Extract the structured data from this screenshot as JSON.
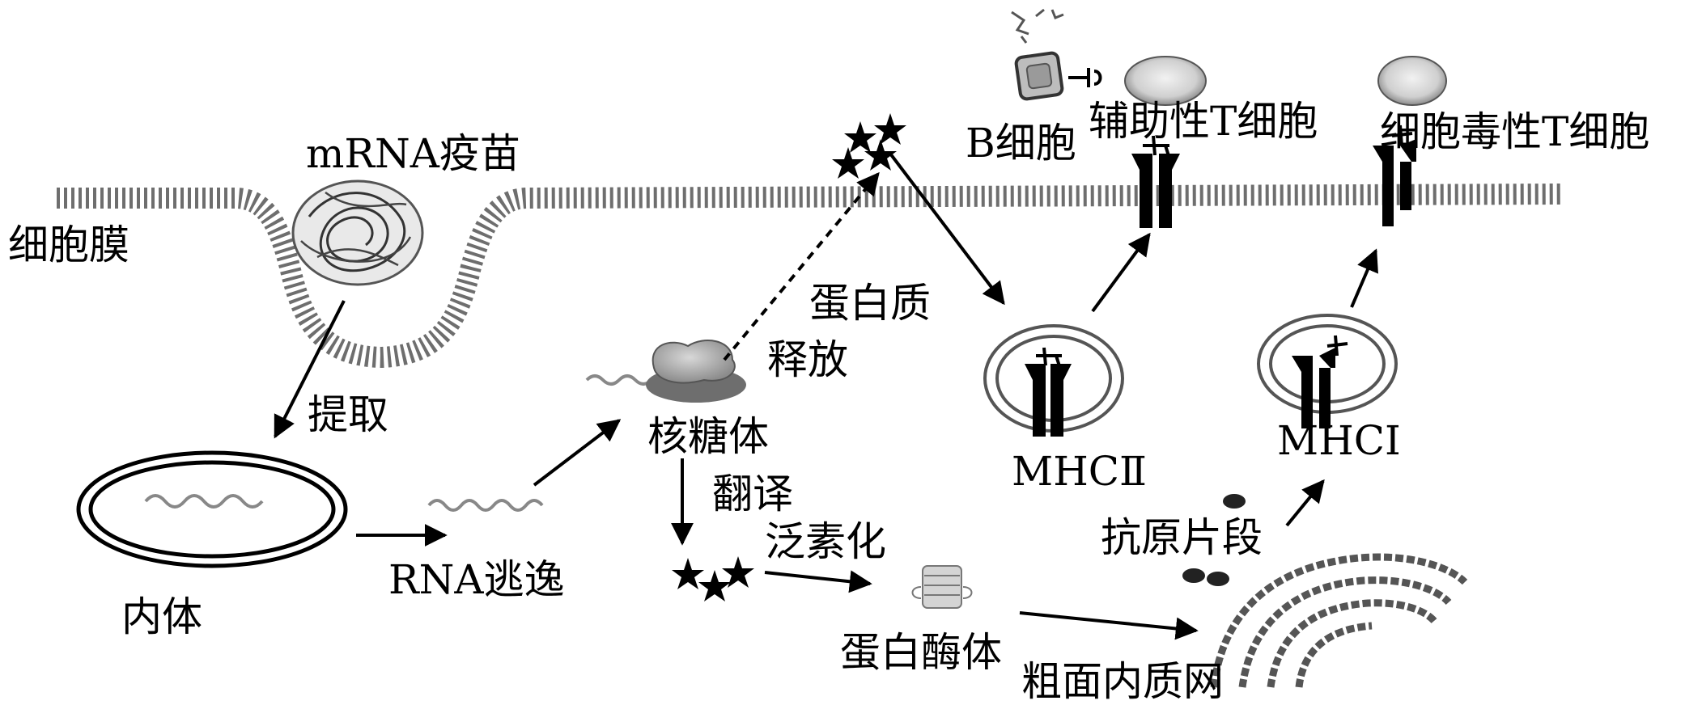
{
  "labels": {
    "mrna_vaccine": "mRNA疫苗",
    "cell_membrane": "细胞膜",
    "extract": "提取",
    "endosome": "内体",
    "rna_escape": "RNA逃逸",
    "ribosome": "核糖体",
    "translation": "翻译",
    "protein_release_line1": "蛋白质",
    "protein_release_line2": "释放",
    "ubiquitination": "泛素化",
    "proteasome": "蛋白酶体",
    "rough_er": "粗面内质网",
    "antigen_fragment": "抗原片段",
    "mhc2": "MHCⅡ",
    "mhc1": "MHCⅠ",
    "b_cell": "B细胞",
    "helper_t_cell": "辅助性T细胞",
    "cytotoxic_t_cell": "细胞毒性T细胞"
  }
}
